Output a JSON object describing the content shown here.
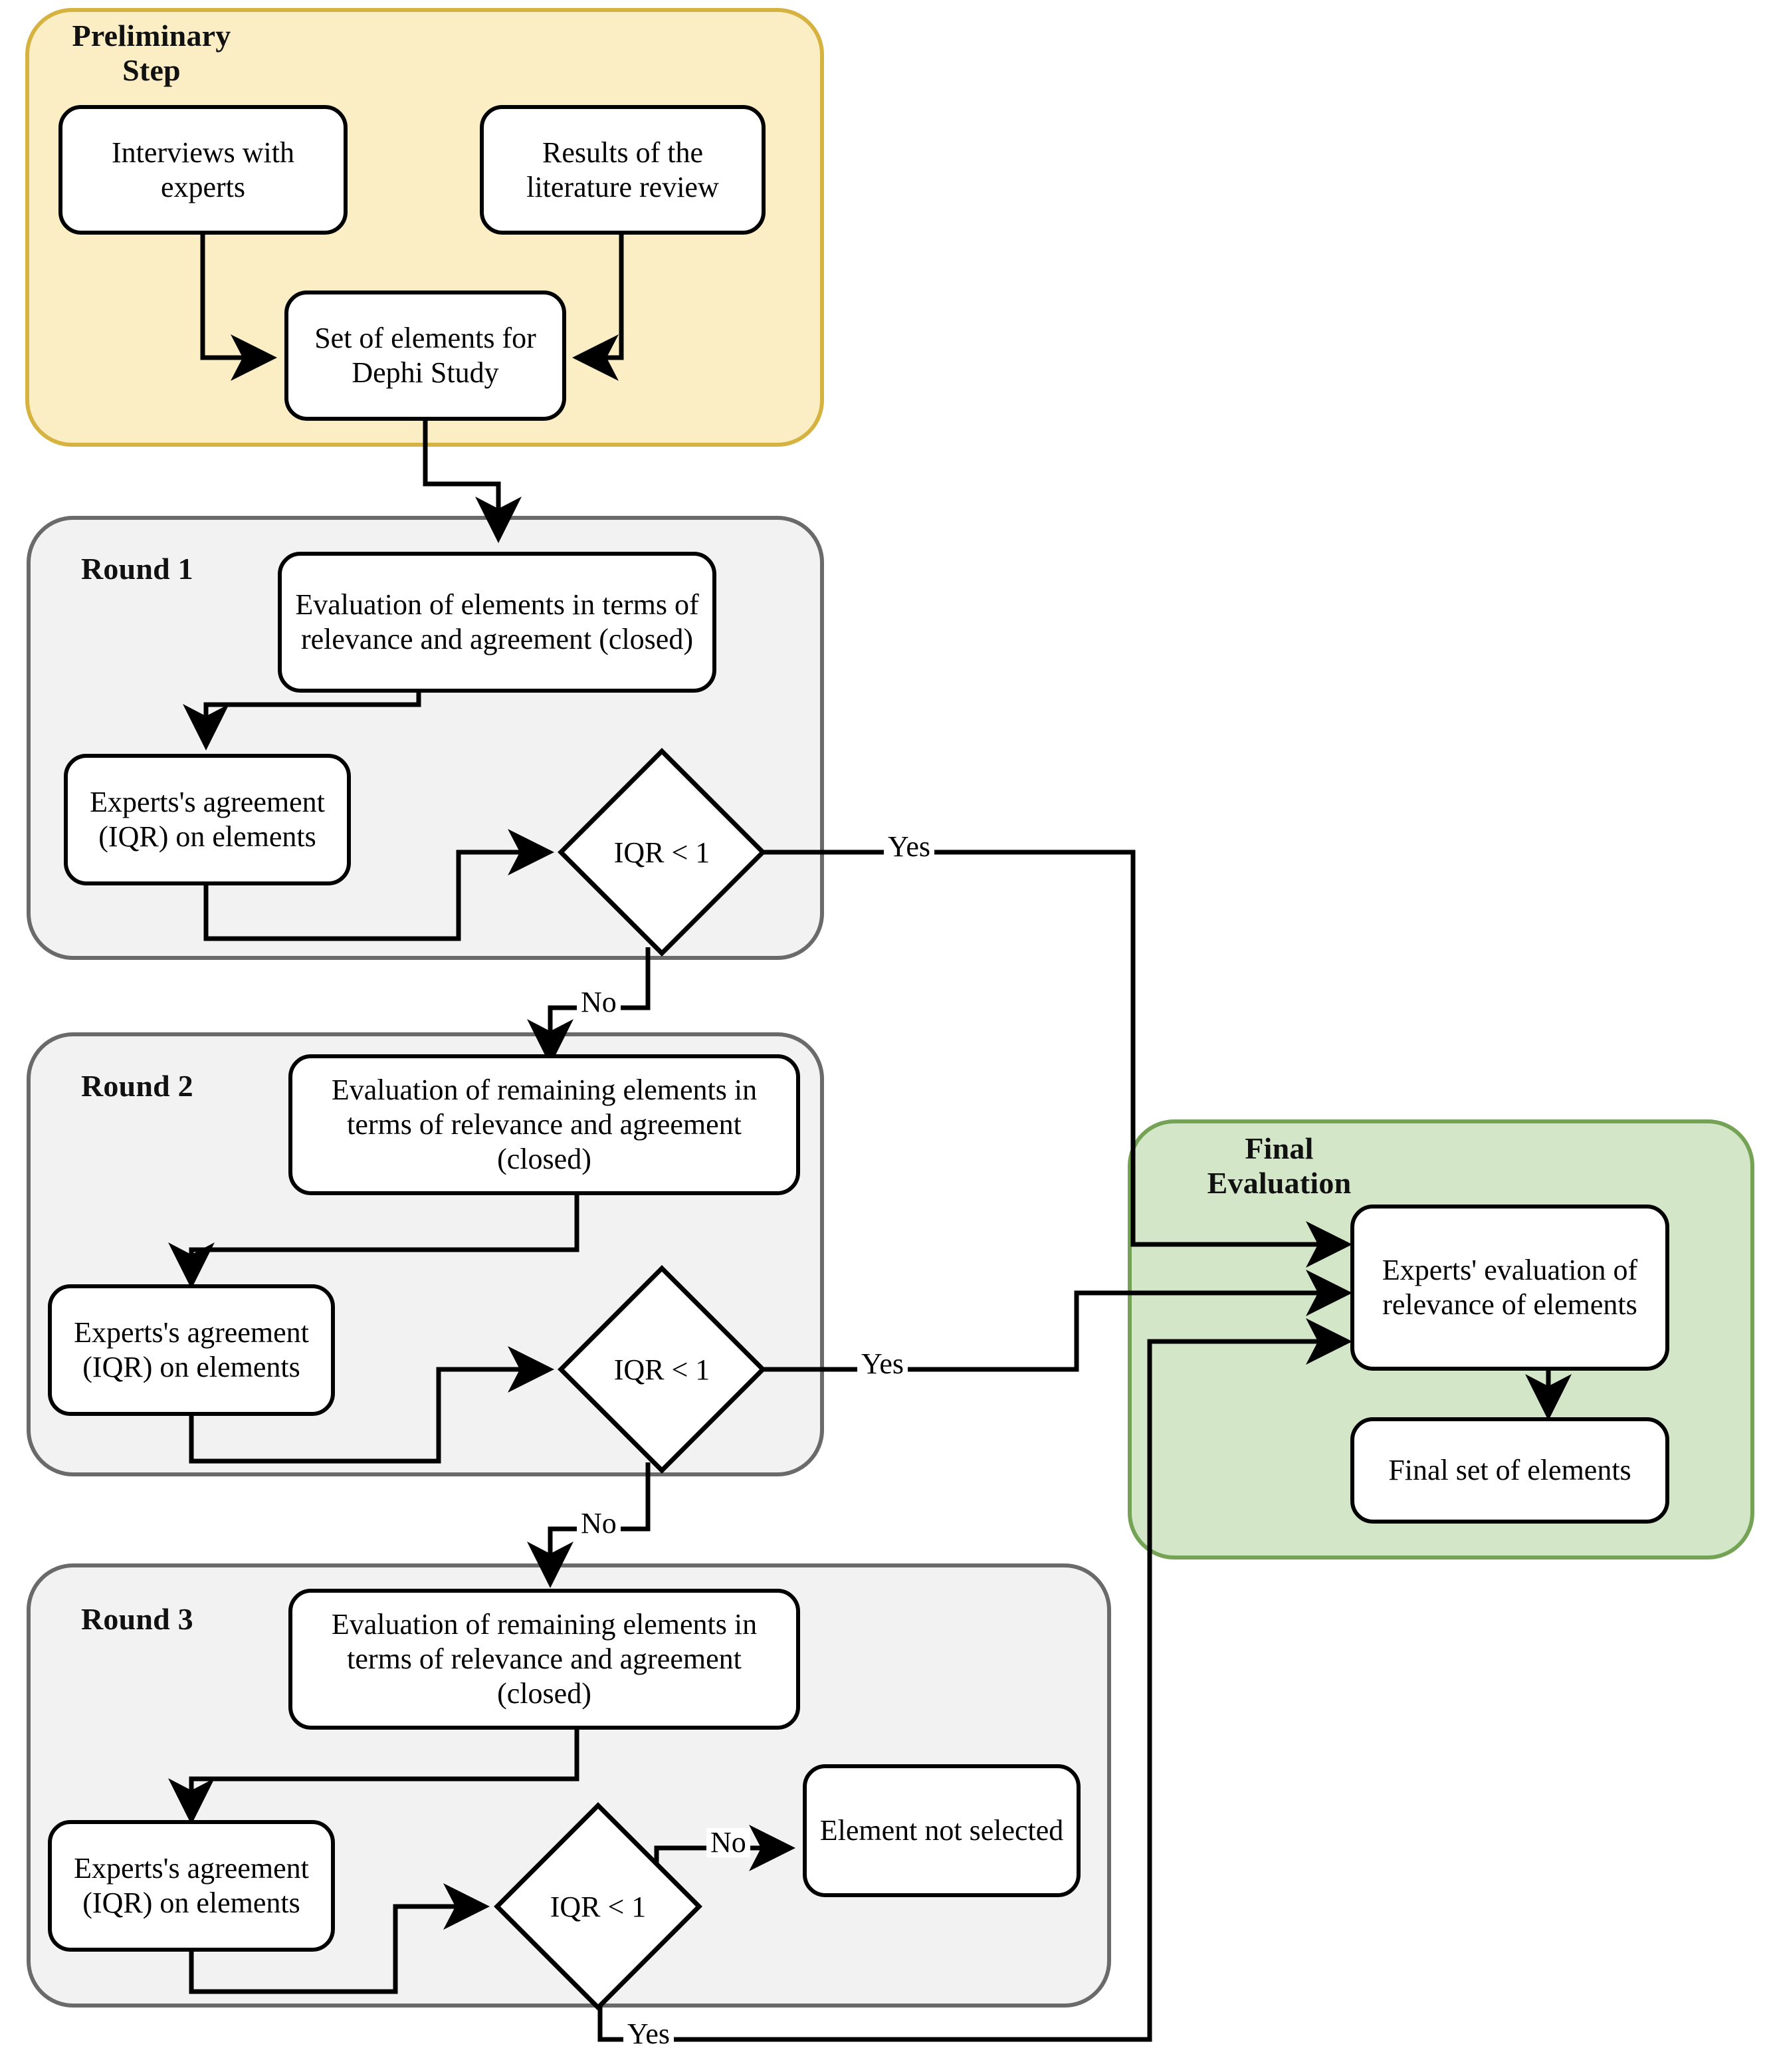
{
  "diagram": {
    "title": "Delphi Study Process Flowchart",
    "colors": {
      "preliminary_fill": "#fbeec4",
      "preliminary_border": "#d6b341",
      "round_fill": "#f2f2f2",
      "round_border": "#666666",
      "final_fill": "#d3e6c8",
      "final_border": "#74a355",
      "node_fill": "#ffffff",
      "node_border": "#000000",
      "text": "#000000"
    }
  },
  "preliminary": {
    "label": "Preliminary\nStep",
    "label_line1": "Preliminary",
    "label_line2": "Step",
    "nodes": {
      "interviews": "Interviews with experts",
      "literature": "Results of the literature review",
      "set_of_elements": "Set of elements for Dephi Study"
    }
  },
  "round1": {
    "label": "Round 1",
    "nodes": {
      "evaluation": "Evaluation of elements in terms of relevance and agreement (closed)",
      "agreement": "Experts's agreement (IQR) on elements",
      "decision": "IQR < 1"
    },
    "edges": {
      "yes": "Yes",
      "no": "No"
    }
  },
  "round2": {
    "label": "Round 2",
    "nodes": {
      "evaluation": "Evaluation of remaining elements in terms of relevance and agreement (closed)",
      "agreement": "Experts's agreement (IQR) on elements",
      "decision": "IQR < 1"
    },
    "edges": {
      "yes": "Yes",
      "no": "No"
    }
  },
  "round3": {
    "label": "Round 3",
    "nodes": {
      "evaluation": "Evaluation of remaining elements in terms of relevance and agreement (closed)",
      "agreement": "Experts's agreement (IQR) on elements",
      "decision": "IQR < 1",
      "not_selected": "Element not selected"
    },
    "edges": {
      "yes": "Yes",
      "no": "No"
    }
  },
  "final": {
    "label_line1": "Final",
    "label_line2": "Evaluation",
    "nodes": {
      "experts_evaluation": "Experts' evaluation of relevance of elements",
      "final_set": "Final set of elements"
    }
  }
}
